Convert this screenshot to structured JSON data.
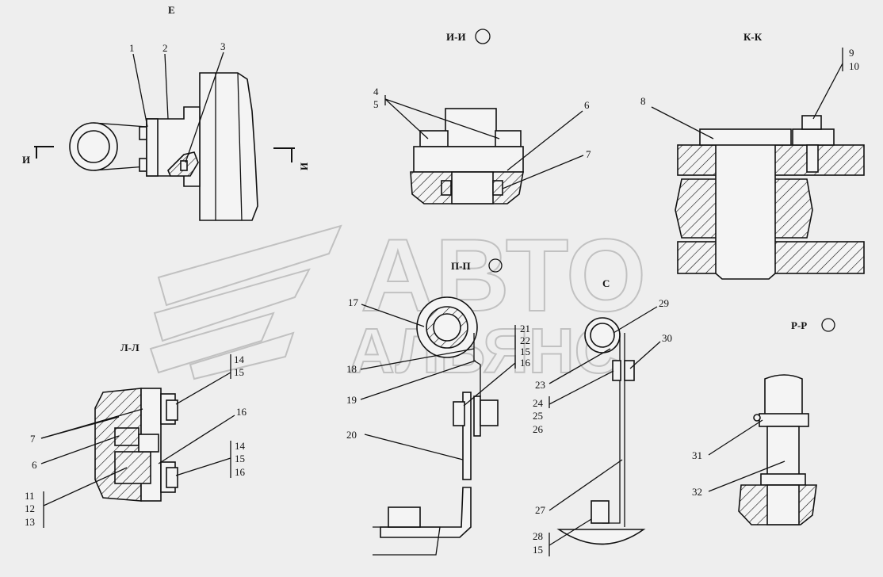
{
  "views": {
    "e": "Е",
    "i": "И-И",
    "k": "К-К",
    "p": "П-П",
    "c": "С",
    "r": "Р-Р",
    "l": "Л-Л",
    "arrow_i_left": "И",
    "arrow_i_right": "И"
  },
  "watermark": {
    "line1": "АВТО",
    "line2": "АЛЬЯНС"
  },
  "callouts": {
    "c1": "1",
    "c2": "2",
    "c3": "3",
    "c4": "4",
    "c5": "5",
    "c6": "6",
    "c7": "7",
    "c8": "8",
    "c9": "9",
    "c10": "10",
    "c17": "17",
    "c18": "18",
    "c19": "19",
    "c20": "20",
    "c21": "21",
    "c22": "22",
    "c15a": "15",
    "c16a": "16",
    "c29": "29",
    "c30": "30",
    "c23": "23",
    "c24": "24",
    "c25": "25",
    "c26": "26",
    "c27": "27",
    "c28": "28",
    "c15b": "15",
    "c31": "31",
    "c32": "32",
    "c14a": "14",
    "c15c": "15",
    "c7b": "7",
    "c6b": "6",
    "c16b": "16",
    "c14b": "14",
    "c15d": "15",
    "c16c": "16",
    "c11": "11",
    "c12": "12",
    "c13": "13"
  }
}
